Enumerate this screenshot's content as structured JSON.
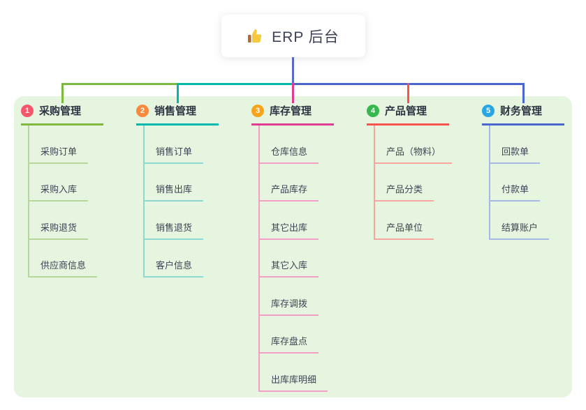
{
  "root": {
    "title": "ERP 后台",
    "icon": "thumbs-up-icon",
    "connector_color": "#5b6bc5"
  },
  "panel": {
    "background_color": "#e6f5e0"
  },
  "branches": [
    {
      "num": "1",
      "title": "采购管理",
      "badge_color": "#f7566a",
      "line_color": "#7cb93e",
      "child_line_color": "#b5d89a",
      "children": [
        "采购订单",
        "采购入库",
        "采购退货",
        "供应商信息"
      ]
    },
    {
      "num": "2",
      "title": "销售管理",
      "badge_color": "#f8893d",
      "line_color": "#00b8ae",
      "child_line_color": "#8cd9d2",
      "children": [
        "销售订单",
        "销售出库",
        "销售退货",
        "客户信息"
      ]
    },
    {
      "num": "3",
      "title": "库存管理",
      "badge_color": "#f9a41d",
      "line_color": "#e03d92",
      "child_line_color": "#f19fc6",
      "children": [
        "仓库信息",
        "产品库存",
        "其它出库",
        "其它入库",
        "库存调拨",
        "库存盘点",
        "出库库明细"
      ]
    },
    {
      "num": "4",
      "title": "产品管理",
      "badge_color": "#36b84e",
      "line_color": "#f7534f",
      "child_line_color": "#f8a5a0",
      "children": [
        "产品（物料）",
        "产品分类",
        "产品单位"
      ]
    },
    {
      "num": "5",
      "title": "财务管理",
      "badge_color": "#2aa7e3",
      "line_color": "#4a67d0",
      "child_line_color": "#a6b9e6",
      "children": [
        "回款单",
        "付款单",
        "结算账户"
      ]
    }
  ]
}
